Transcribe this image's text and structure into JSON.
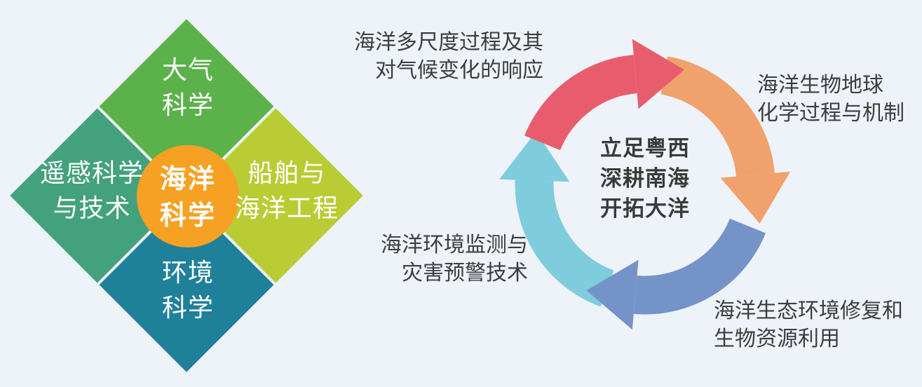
{
  "background_color": "#edf3f8",
  "diamond": {
    "center_circle": {
      "line1": "海洋",
      "line2": "科学",
      "color": "#f6a124",
      "text_color": "#ffffff"
    },
    "quadrants": [
      {
        "id": "top",
        "line1": "大气",
        "line2": "科学",
        "color": "#5bb24a"
      },
      {
        "id": "right",
        "line1": "船舶与",
        "line2": "海洋工程",
        "color": "#b9cc34"
      },
      {
        "id": "bottom",
        "line1": "环境",
        "line2": "科学",
        "color": "#1f809a"
      },
      {
        "id": "left",
        "line1": "遥感科学",
        "line2": "与技术",
        "color": "#43a17d"
      }
    ],
    "text_color": "#ffffff"
  },
  "cycle": {
    "center_motto": {
      "line1": "立足粤西",
      "line2": "深耕南海",
      "line3": "开拓大洋",
      "text_color": "#3a3a3a"
    },
    "arrows": [
      {
        "id": "top-red",
        "color": "#e95c6e"
      },
      {
        "id": "right-orange",
        "color": "#f0a16c"
      },
      {
        "id": "bottom-blue",
        "color": "#7493c8"
      },
      {
        "id": "left-cyan",
        "color": "#7fccdc"
      }
    ],
    "labels": [
      {
        "id": "multiscale-processes",
        "line1": "海洋多尺度过程及其",
        "line2": "对气候变化的响应"
      },
      {
        "id": "biogeochemistry",
        "line1": "海洋生物地球",
        "line2": "化学过程与机制"
      },
      {
        "id": "monitoring-warning",
        "line1": "海洋环境监测与",
        "line2": "灾害预警技术"
      },
      {
        "id": "ecology-restoration",
        "line1": "海洋生态环境修复和",
        "line2": "生物资源利用"
      }
    ],
    "label_color": "#3d3d3d"
  }
}
